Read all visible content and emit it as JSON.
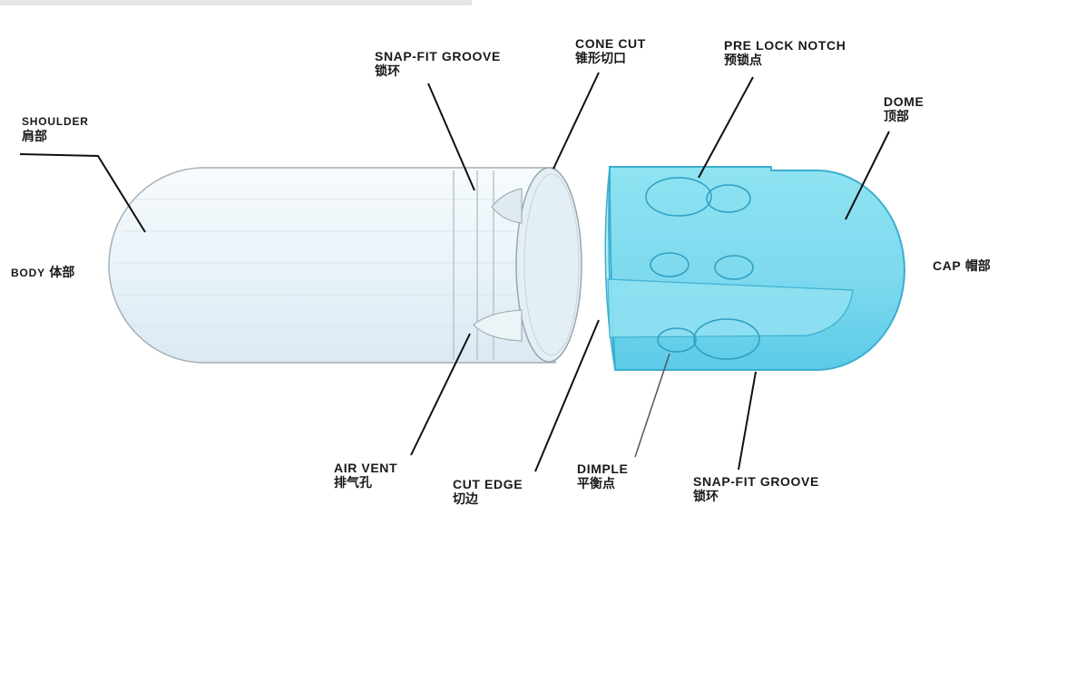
{
  "labels": {
    "shoulder": {
      "en": "SHOULDER",
      "zh": "肩部"
    },
    "body": {
      "en": "BODY",
      "zh": "体部"
    },
    "snap_fit_groove_top": {
      "en": "SNAP-FIT GROOVE",
      "zh": "锁环"
    },
    "cone_cut": {
      "en": "CONE CUT",
      "zh": "锥形切口"
    },
    "pre_lock_notch": {
      "en": "PRE LOCK NOTCH",
      "zh": "预锁点"
    },
    "dome": {
      "en": "DOME",
      "zh": "顶部"
    },
    "cap": {
      "en": "CAP",
      "zh": "帽部"
    },
    "air_vent": {
      "en": "AIR VENT",
      "zh": "排气孔"
    },
    "cut_edge": {
      "en": "CUT EDGE",
      "zh": "切边"
    },
    "dimple": {
      "en": "DIMPLE",
      "zh": "平衡点"
    },
    "snap_fit_groove_bottom": {
      "en": "SNAP-FIT GROOVE",
      "zh": "锁环"
    }
  },
  "colors": {
    "body_fill": "#eef6fb",
    "body_stroke": "#9aa6ae",
    "cap_fill": "#7fdcef",
    "cap_stroke": "#33a9cc",
    "leader_line": "#111111"
  }
}
